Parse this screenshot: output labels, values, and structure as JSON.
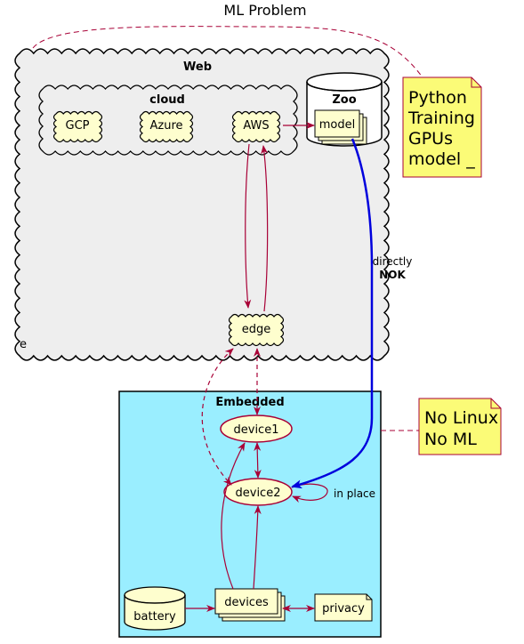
{
  "title": "ML Problem",
  "web": {
    "label": "Web",
    "corner_char": "e"
  },
  "cloud": {
    "label": "cloud",
    "nodes": {
      "gcp": "GCP",
      "azure": "Azure",
      "aws": "AWS"
    }
  },
  "zoo": {
    "label": "Zoo",
    "model": "model"
  },
  "note_web": {
    "lines": [
      "Python",
      "Training",
      "GPUs",
      "model _"
    ]
  },
  "edge": {
    "label": "edge"
  },
  "embedded": {
    "label": "Embedded",
    "device1": "device1",
    "device2": "device2",
    "battery": "battery",
    "devices": "devices",
    "privacy": "privacy",
    "in_place_label": "in place"
  },
  "note_embedded": {
    "lines": [
      "No Linux",
      "No ML"
    ]
  },
  "link_labels": {
    "directly": "directly",
    "nok": "NOK"
  },
  "colors": {
    "arrow": "#A80036",
    "blue_arrow": "#0000DD",
    "node_fill": "#FEFECE",
    "web_fill": "#EEEEEE",
    "embedded_fill": "#9AEEFF",
    "note_fill": "#FBFB77"
  }
}
